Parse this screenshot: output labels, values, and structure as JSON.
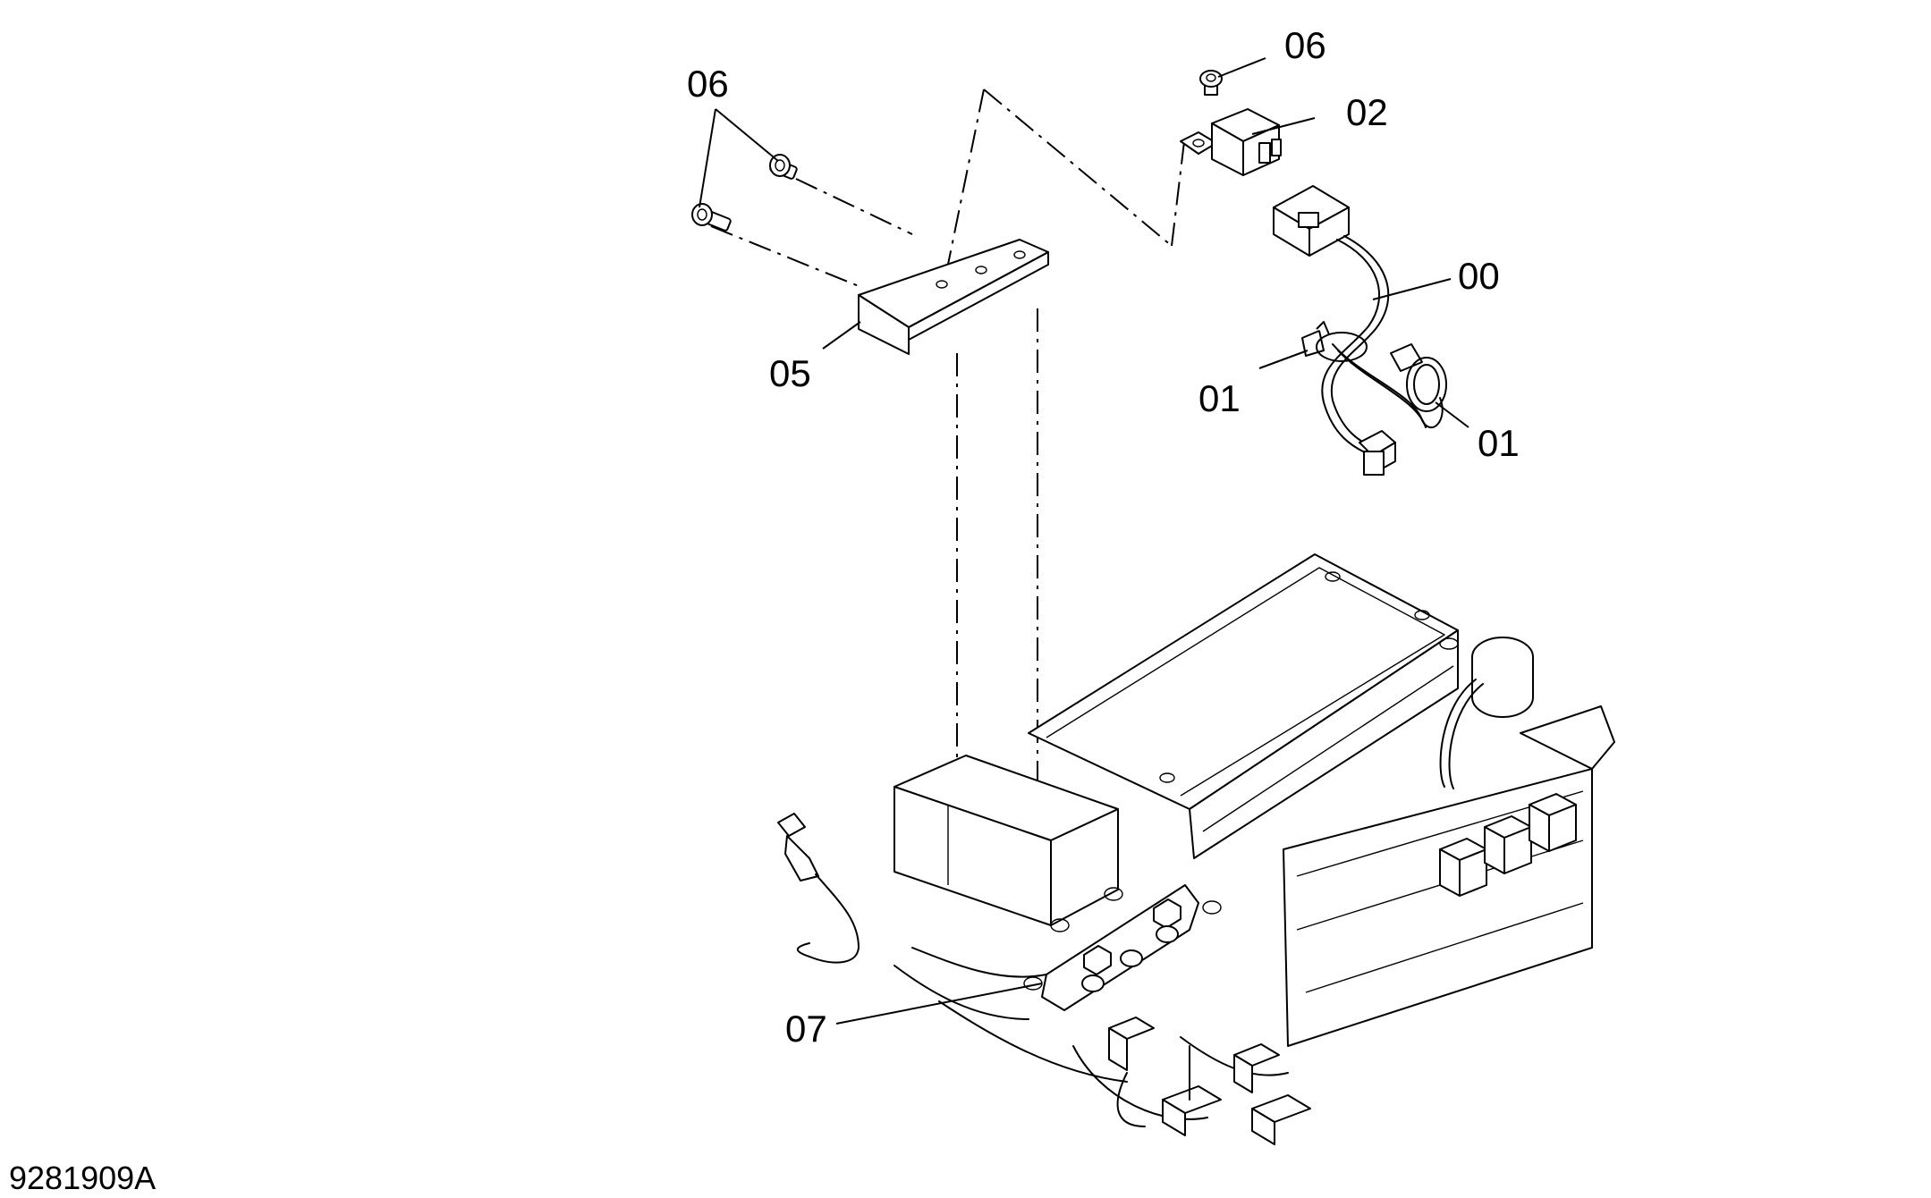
{
  "drawing_code": "9281909A",
  "labels": {
    "part_00": "00",
    "part_01_a": "01",
    "part_01_b": "01",
    "part_02": "02",
    "part_05": "05",
    "part_06_left": "06",
    "part_06_right": "06",
    "part_07": "07"
  }
}
